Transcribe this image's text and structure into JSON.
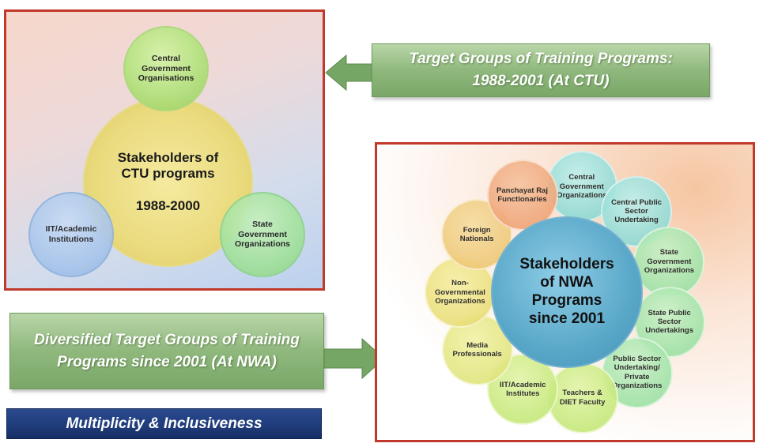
{
  "ctu": {
    "center": "Stakeholders of\nCTU programs\n\n1988-2000",
    "top": "Central\nGovernment\nOrganisations",
    "left": "IIT/Academic\nInstitutions",
    "right": "State\nGovernment\nOrganizations"
  },
  "banner_ctu": "Target Groups of Training Programs:\n1988-2001 (At CTU)",
  "banner_nwa": "Diversified Target Groups of Training\nPrograms since 2001 (At NWA)",
  "bottom_label": "Multiplicity & Inclusiveness",
  "nwa": {
    "center": "Stakeholders\nof NWA\nPrograms\nsince 2001",
    "items": [
      "Central\nGovernment\nOrganizations",
      "Central Public\nSector\nUndertaking",
      "State\nGovernment\nOrganizations",
      "State Public\nSector\nUndertakings",
      "Public Sector\nUndertaking/\nPrivate\nOrganizations",
      "Teachers &\nDIET Faculty",
      "IIT/Academic\nInstitutes",
      "Media\nProfessionals",
      "Non-\nGovernmental\nOrganizations",
      "Foreign\nNationals",
      "Panchayat Raj\nFunctionaries"
    ]
  },
  "colors": {
    "border_red": "#c0392b",
    "green_banner": "#8fb87d",
    "navy_banner": "#1f3b7a",
    "nwa_center": "#5aa8c9"
  }
}
